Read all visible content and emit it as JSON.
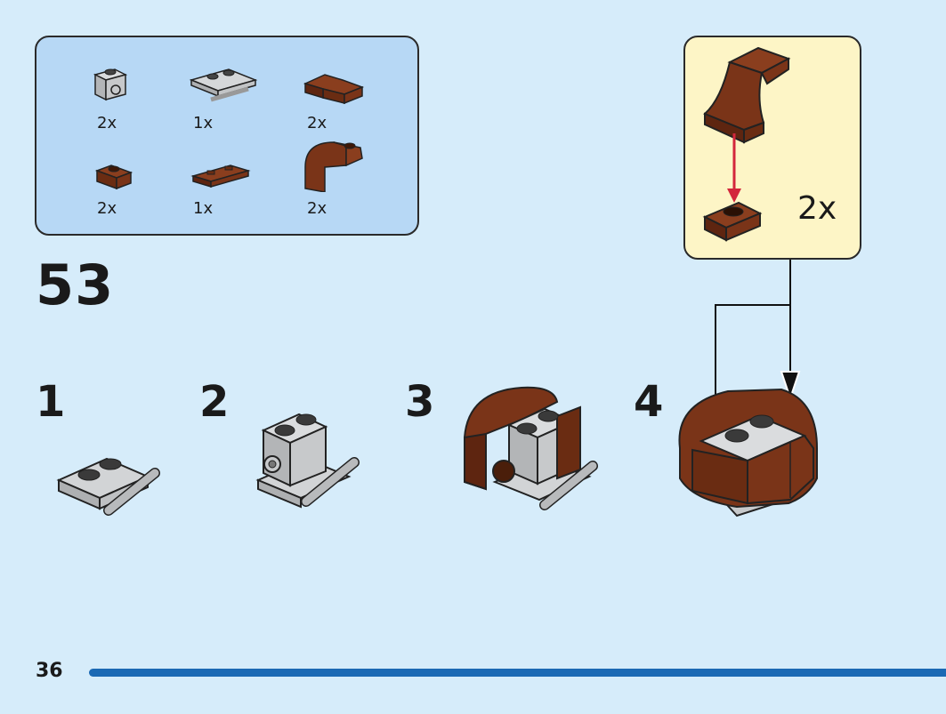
{
  "parts_list": [
    {
      "name": "gray-bracket-brick",
      "qty": "2x"
    },
    {
      "name": "gray-plate-with-bars",
      "qty": "1x"
    },
    {
      "name": "brown-slope-curve",
      "qty": "2x"
    },
    {
      "name": "brown-plate-1x1",
      "qty": "2x"
    },
    {
      "name": "brown-tile",
      "qty": "1x"
    },
    {
      "name": "brown-arch-curve",
      "qty": "2x"
    }
  ],
  "subassembly": {
    "qty": "2x"
  },
  "step": {
    "number": "53"
  },
  "sub_steps": [
    {
      "label": "1"
    },
    {
      "label": "2"
    },
    {
      "label": "3"
    },
    {
      "label": "4"
    }
  ],
  "page": {
    "number": "36"
  },
  "colors": {
    "background": "#d6ecfa",
    "parts_box": "#b7d8f5",
    "callout_box": "#fdf5c6",
    "brick_gray": "#c7c9cb",
    "brick_brown": "#7a3418",
    "page_bar": "#1b69b4",
    "arrow_red": "#d3273c"
  }
}
